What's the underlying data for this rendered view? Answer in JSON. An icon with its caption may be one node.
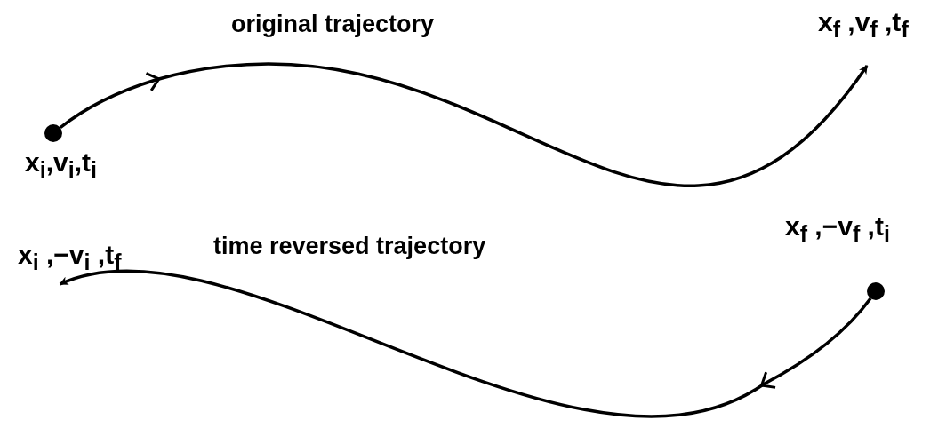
{
  "diagram": {
    "nodes": [
      {
        "text": [],
        "shape": "circle",
        "beside": [
          "x$_{i}$,v$_{i}$,t$_{i}$"
        ]
      },
      {
        "text": [
          "x$_{f}$ ,v$_{f}$ ,t$_{f}$"
        ]
      },
      {
        "text": [],
        "shape": "circle",
        "beside": [
          "x$_{f}$ ,−v$_{f}$ ,t$_{i}$"
        ]
      },
      {
        "text": [
          "x$_{i}$ ,−v$_{i}$ ,t$_{f}$"
        ]
      }
    ],
    "edges": [
      {
        "from": 0,
        "to": 1,
        "arrow": "to",
        "label": "original trajectory"
      },
      {
        "from": 2,
        "to": 3,
        "arrow": "to",
        "label": "time reversed trajectory"
      }
    ]
  }
}
